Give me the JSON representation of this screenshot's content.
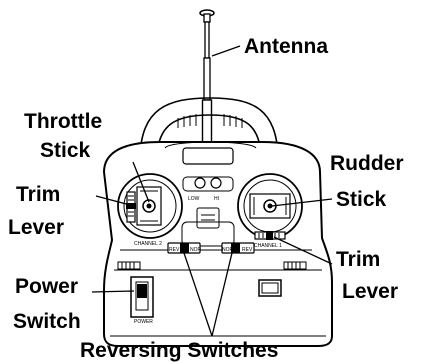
{
  "labels": {
    "antenna": "Antenna",
    "throttle_stick_line1": "Throttle",
    "throttle_stick_line2": "Stick",
    "trim_lever_left_line1": "Trim",
    "trim_lever_left_line2": "Lever",
    "rudder_stick_line1": "Rudder",
    "rudder_stick_line2": "Stick",
    "trim_lever_right_line1": "Trim",
    "trim_lever_right_line2": "Lever",
    "power_switch_line1": "Power",
    "power_switch_line2": "Switch",
    "reversing_switches": "Reversing Switches"
  },
  "device_markings": {
    "channel_2": "CHANNEL 2",
    "channel_1": "CHANNEL 1",
    "low": "LOW",
    "hi": "HI",
    "rev_left": "REV",
    "nor_left": "NOR",
    "nor_right": "NOR",
    "rev_right": "REV",
    "power": "POWER"
  }
}
